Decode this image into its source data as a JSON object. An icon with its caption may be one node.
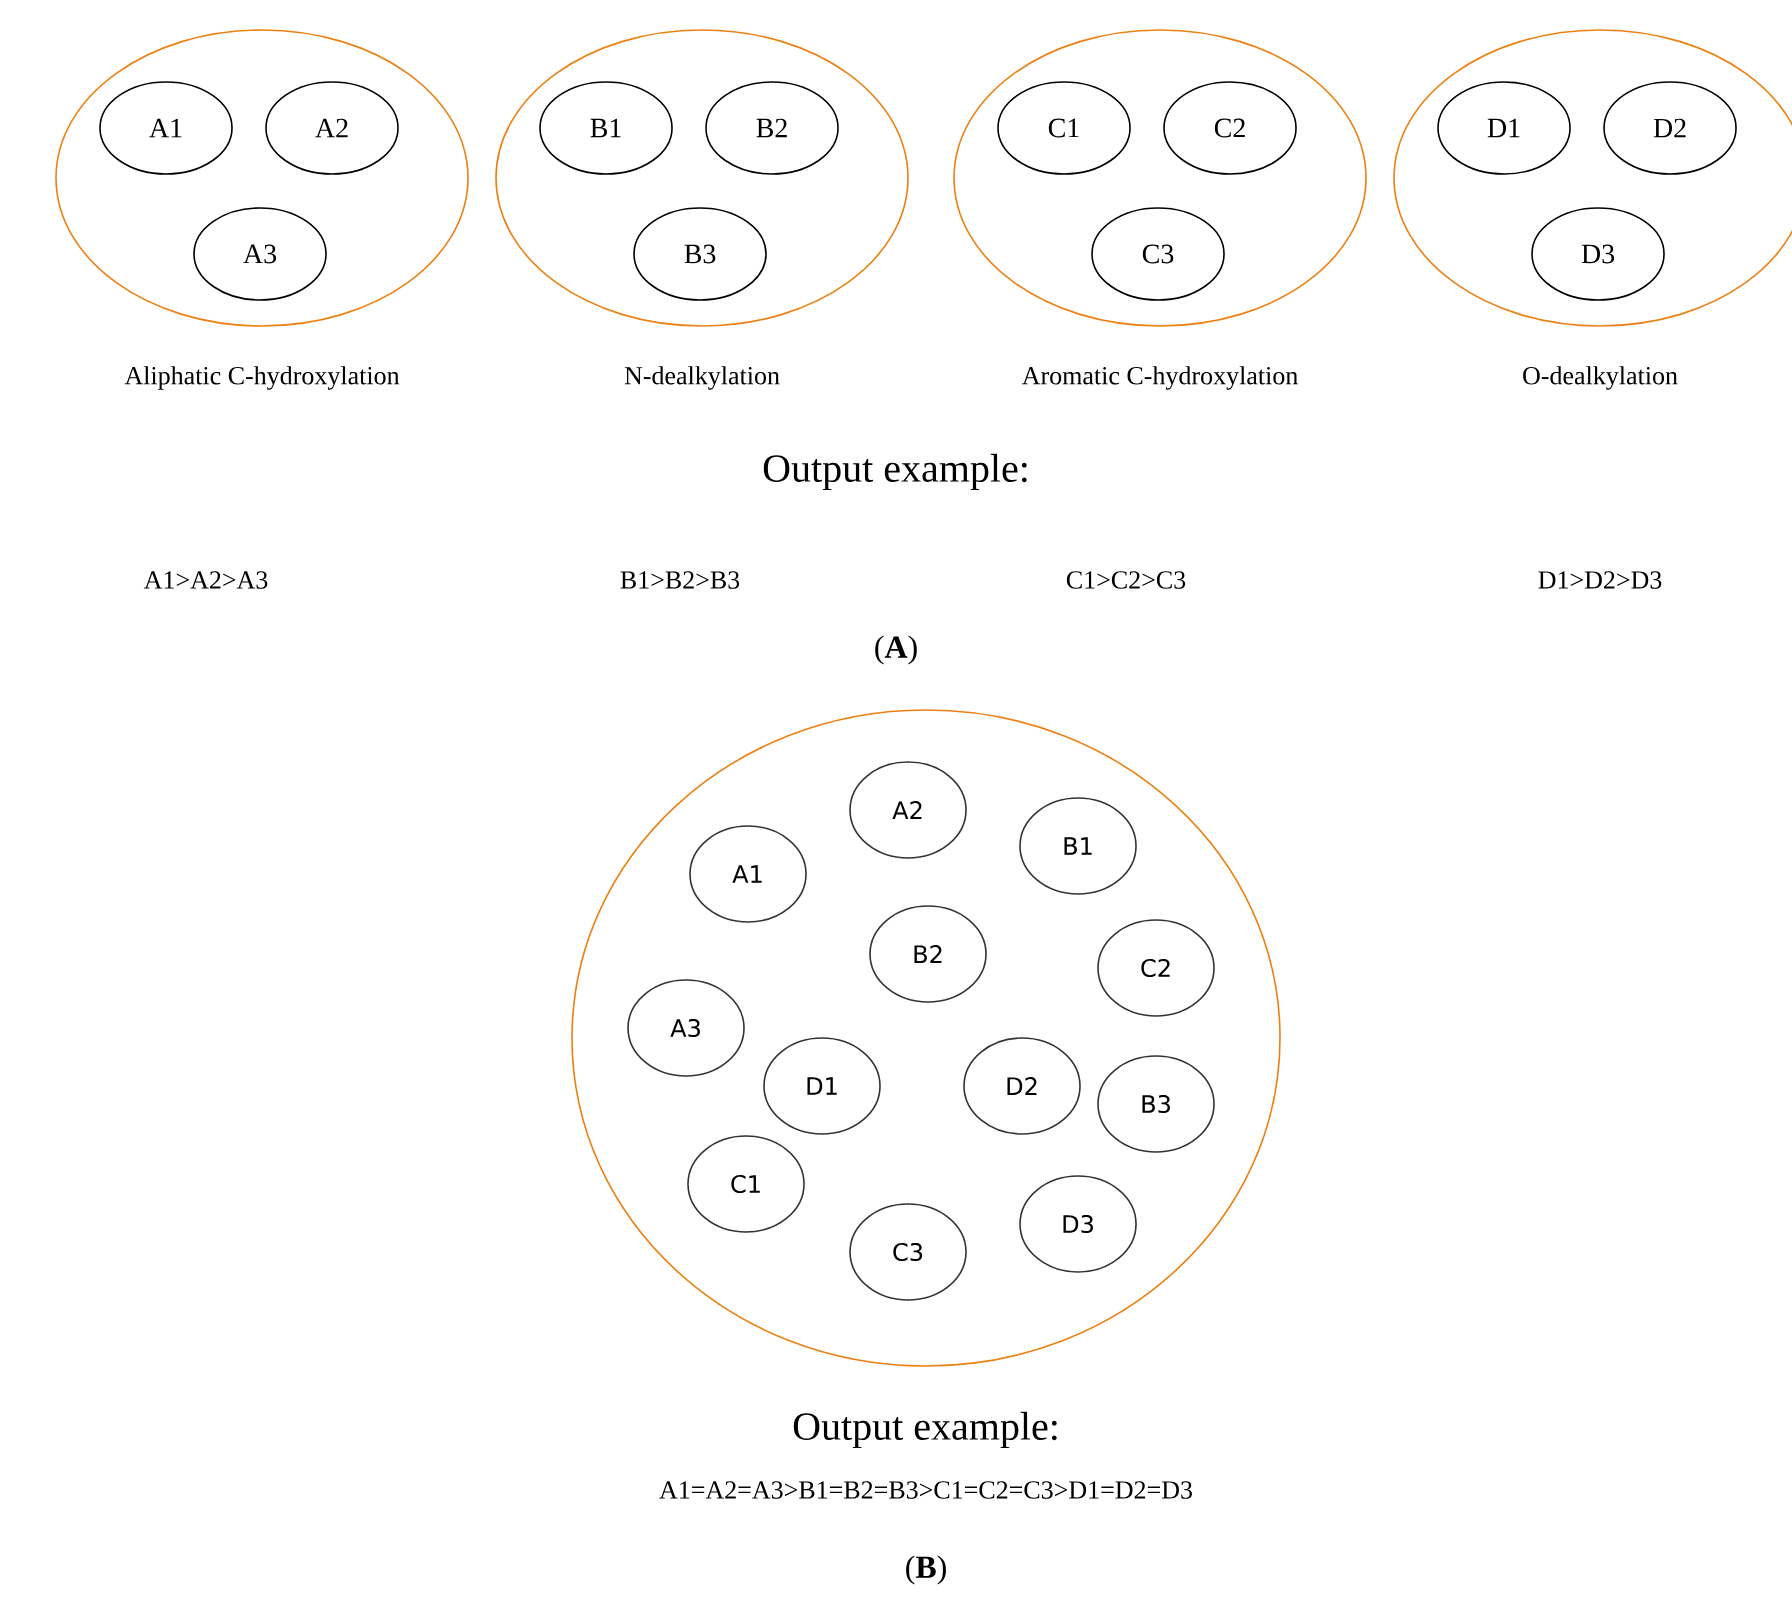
{
  "diagram": {
    "nodes": [
      {
        "text": [
          "Aliphatic C-hydroxylation"
        ]
      },
      {
        "text": [
          "A1"
        ],
        "in": 0
      },
      {
        "text": [
          "A2"
        ],
        "in": 0
      },
      {
        "text": [
          "A3"
        ],
        "in": 0
      },
      {
        "text": [
          "N-dealkylation"
        ]
      },
      {
        "text": [
          "B1"
        ],
        "in": 4
      },
      {
        "text": [
          "B2"
        ],
        "in": 4
      },
      {
        "text": [
          "B3"
        ],
        "in": 4
      },
      {
        "text": [
          "Aromatic C-hydroxylation"
        ]
      },
      {
        "text": [
          "C1"
        ],
        "in": 8
      },
      {
        "text": [
          "C2"
        ],
        "in": 8
      },
      {
        "text": [
          "C3"
        ],
        "in": 8
      },
      {
        "text": [
          "O-dealkylation"
        ]
      },
      {
        "text": [
          "D1"
        ],
        "in": 12
      },
      {
        "text": [
          "D2"
        ],
        "in": 12
      },
      {
        "text": [
          "D3"
        ],
        "in": 12
      },
      {
        "text": [],
        "shape": "circle"
      },
      {
        "text": [
          "A2"
        ],
        "in": 16
      },
      {
        "text": [
          "B1"
        ],
        "in": 16
      },
      {
        "text": [
          "A1"
        ],
        "in": 16
      },
      {
        "text": [
          "B2"
        ],
        "in": 16
      },
      {
        "text": [
          "C2"
        ],
        "in": 16
      },
      {
        "text": [
          "A3"
        ],
        "in": 16
      },
      {
        "text": [
          "D1"
        ],
        "in": 16
      },
      {
        "text": [
          "D2"
        ],
        "in": 16
      },
      {
        "text": [
          "B3"
        ],
        "in": 16
      },
      {
        "text": [
          "C1"
        ],
        "in": 16
      },
      {
        "text": [
          "D3"
        ],
        "in": 16
      },
      {
        "text": [
          "C3"
        ],
        "in": 16
      }
    ],
    "labels": [
      "Output example:",
      "A1>A2>A3",
      "B1>B2>B3",
      "C1>C2>C3",
      "D1>D2>D3",
      "(**A**)",
      "Output example:",
      "A1=A2=A3>B1=B2=B3>C1=C2=C3>D1=D2=D3",
      "(**B**)"
    ]
  }
}
